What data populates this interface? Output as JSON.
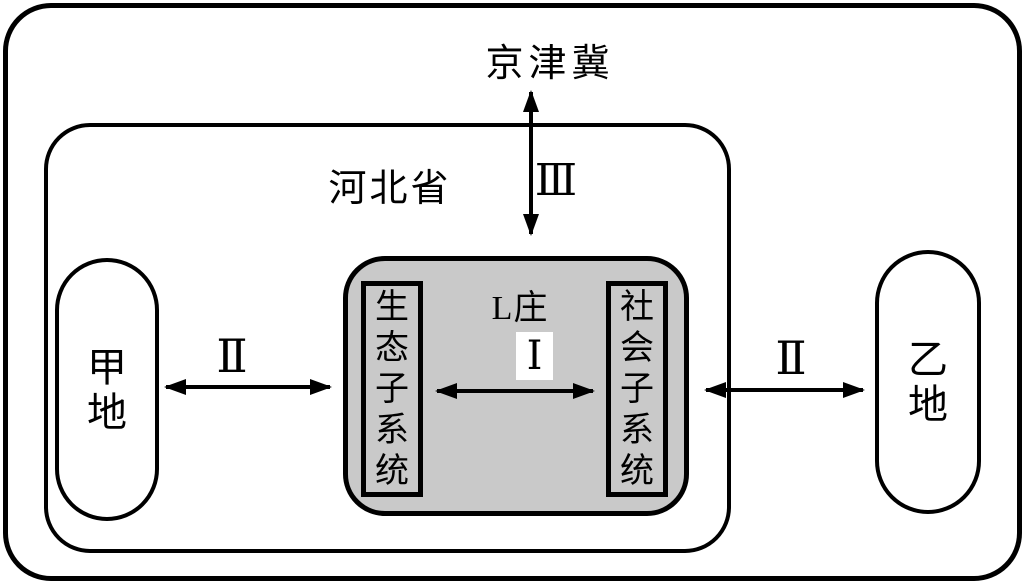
{
  "region": {
    "label": "京津冀"
  },
  "province": {
    "label": "河北省"
  },
  "village": {
    "label": "L庄",
    "left_subsystem": "生态子系统",
    "right_subsystem": "社会子系统"
  },
  "place_left": {
    "label": "甲地"
  },
  "place_right": {
    "label": "乙地"
  },
  "numerals": {
    "internal": "Ⅰ",
    "left": "Ⅱ",
    "right": "Ⅱ",
    "regional": "Ⅲ"
  },
  "colors": {
    "line": "#000000",
    "village_fill": "#c9c9c9",
    "highlight_fill": "#ffffff",
    "background": "#ffffff"
  }
}
